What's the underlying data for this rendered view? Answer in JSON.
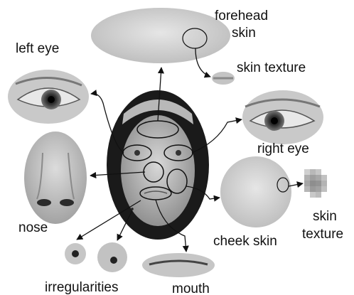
{
  "labels": {
    "forehead_line1": "forehead",
    "forehead_line2": "skin",
    "skin_texture_top": "skin texture",
    "left_eye": "left eye",
    "right_eye": "right eye",
    "nose": "nose",
    "cheek_skin": "cheek skin",
    "skin_texture_side_line1": "skin",
    "skin_texture_side_line2": "texture",
    "irregularities": "irregularities",
    "mouth": "mouth"
  }
}
